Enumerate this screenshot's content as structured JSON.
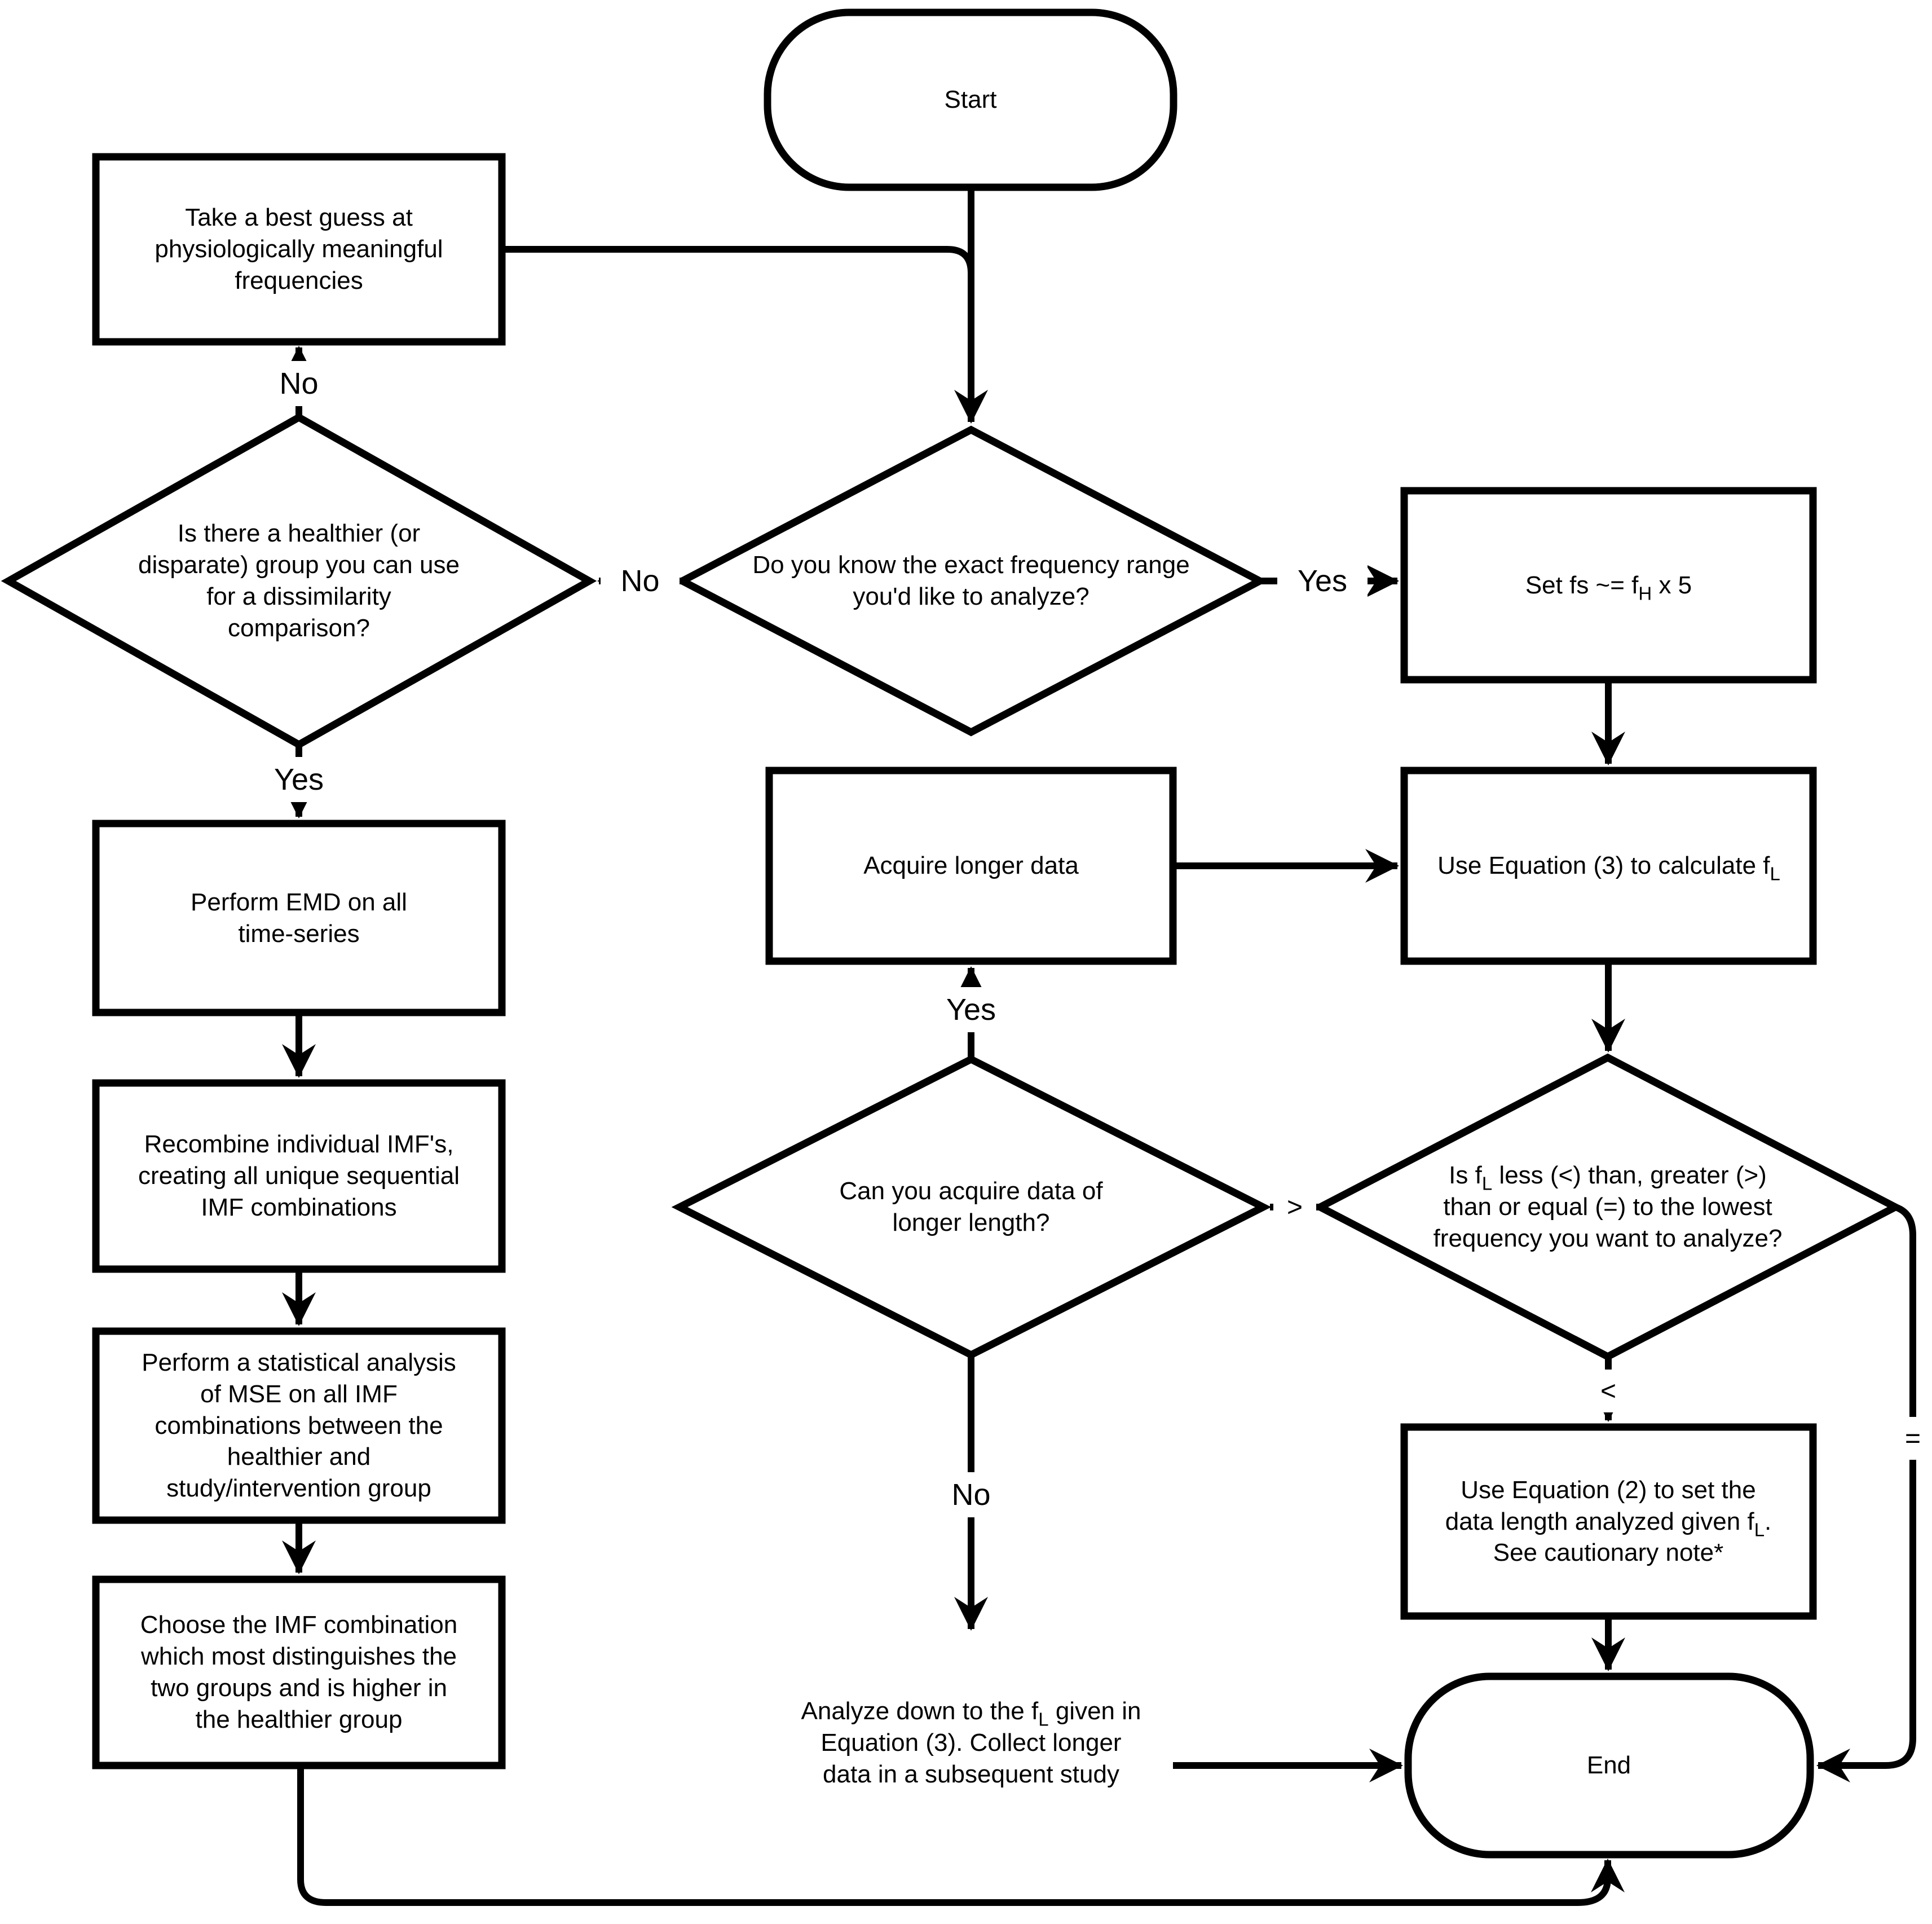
{
  "diagram": {
    "type": "flowchart",
    "colors": {
      "stroke": "#000000",
      "background": "#ffffff",
      "text": "#000000"
    },
    "nodes": {
      "start": {
        "shape": "terminator",
        "label": "Start"
      },
      "guess_frequencies": {
        "shape": "process",
        "lines": [
          "Take a best guess at",
          "physiologically meaningful",
          "frequencies"
        ]
      },
      "healthier_group_decision": {
        "shape": "decision",
        "lines": [
          "Is there a healthier (or",
          "disparate) group you can use",
          "for a dissimilarity",
          "comparison?"
        ]
      },
      "frequency_range_decision": {
        "shape": "decision",
        "lines": [
          "Do you know the exact frequency range",
          "you'd like to analyze?"
        ]
      },
      "set_fs": {
        "shape": "process",
        "parts": {
          "t1": "Set fs ~= f",
          "sub": "H",
          "t2": " x 5"
        }
      },
      "acquire_longer_data": {
        "shape": "process",
        "label": "Acquire longer data"
      },
      "use_equation_3": {
        "shape": "process",
        "parts": {
          "t1": "Use Equation (3) to calculate f",
          "sub": "L",
          "t2": ""
        }
      },
      "perform_emd": {
        "shape": "process",
        "lines": [
          "Perform EMD on all",
          "time-series"
        ]
      },
      "recombine_imfs": {
        "shape": "process",
        "lines": [
          "Recombine individual IMF's,",
          "creating all unique sequential",
          "IMF combinations"
        ]
      },
      "mse_analysis": {
        "shape": "process",
        "lines": [
          "Perform a statistical analysis",
          "of MSE on all IMF",
          "combinations between the",
          "healthier and",
          "study/intervention group"
        ]
      },
      "choose_imf_combination": {
        "shape": "process",
        "lines": [
          "Choose the IMF combination",
          "which most distinguishes the",
          "two groups and is higher in",
          "the healthier group"
        ]
      },
      "acquire_data_decision": {
        "shape": "decision",
        "lines": [
          "Can you acquire data of",
          "longer length?"
        ]
      },
      "fl_comparison_decision": {
        "shape": "decision",
        "parts": {
          "t1": "Is f",
          "sub": "L",
          "t2": " less (<) than, greater (>) than or equal (=) to the lowest frequency you want to analyze?"
        }
      },
      "use_equation_2": {
        "shape": "process",
        "parts": {
          "t1": "Use Equation (2) to set the data length analyzed given f",
          "sub": "L",
          "t2": ". See cautionary note*"
        }
      },
      "analyze_down": {
        "shape": "process",
        "parts": {
          "t1": "Analyze down to the f",
          "sub": "L",
          "t2": " given in Equation (3).  Collect longer data in a subsequent study"
        }
      },
      "end": {
        "shape": "terminator",
        "label": "End"
      }
    },
    "edge_labels": {
      "no_to_guess": "No",
      "yes_to_emd": "Yes",
      "no_between_decisions": "No",
      "yes_to_set_fs": "Yes",
      "yes_to_acquire": "Yes",
      "greater_than": ">",
      "less_than": "<",
      "no_to_analyze": "No",
      "equal": "="
    }
  }
}
